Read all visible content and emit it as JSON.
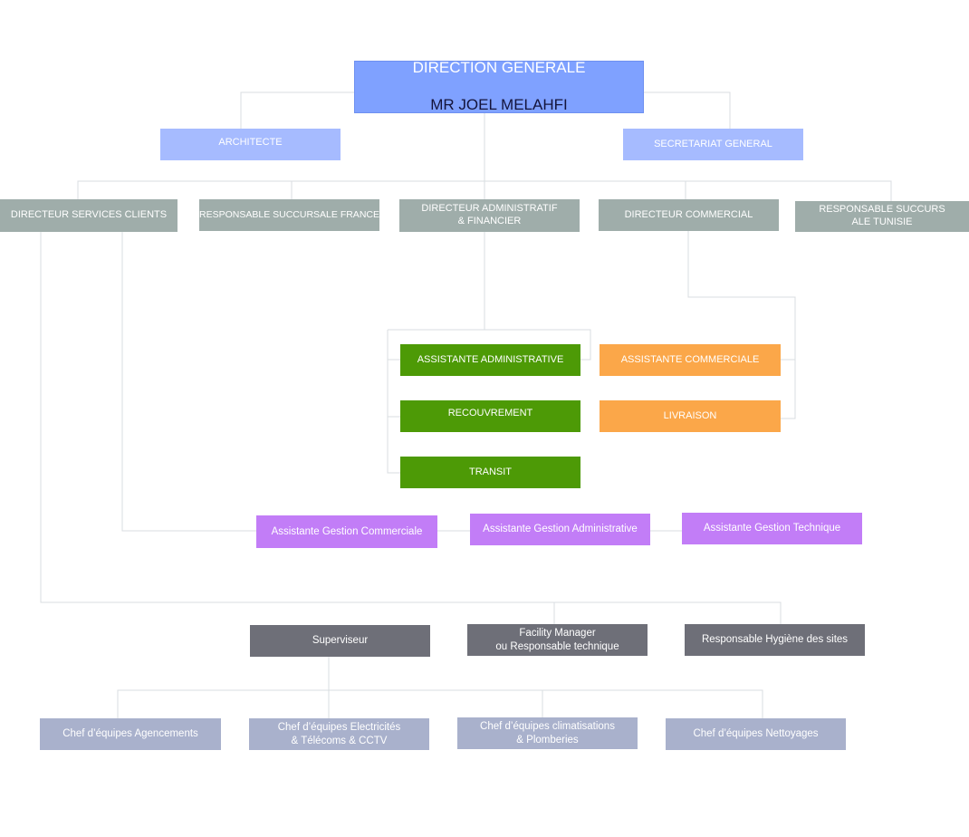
{
  "top": {
    "line1": "DIRECTION GENERALE",
    "line2": "MR JOEL MELAHFI"
  },
  "staff": {
    "architecte": "ARCHITECTE",
    "secretariat": "SECRETARIAT GENERAL"
  },
  "directors": {
    "services_clients": "DIRECTEUR  SERVICES CLIENTS",
    "succursale_france": "RESPONSABLE SUCCURSALE FRANCE",
    "admin_financier": "DIRECTEUR ADMINISTRATIF\n& FINANCIER",
    "commercial": "DIRECTEUR COMMERCIAL",
    "succursale_tunisie": "RESPONSABLE SUCCURS\nALE TUNISIE"
  },
  "admin_team": {
    "assistante": "ASSISTANTE ADMINISTRATIVE",
    "recouvrement": "RECOUVREMENT",
    "transit": "TRANSIT"
  },
  "commercial_team": {
    "assistante": "ASSISTANTE COMMERCIALE",
    "livraison": "LIVRAISON"
  },
  "assistants": {
    "commerciale": "Assistante Gestion Commerciale",
    "administrative": "Assistante  Gestion Administrative",
    "technique": "Assistante  Gestion Technique"
  },
  "operations": {
    "superviseur": "Superviseur",
    "facility": "Facility Manager\nou Responsable technique",
    "hygiene": "Responsable Hygiène des sites"
  },
  "teams": {
    "agencements": "Chef d’équipes Agencements",
    "electricite": "Chef d’équipes Electricités\n& Télécoms & CCTV",
    "climatisation": "Chef d’équipes climatisations\n& Plomberies",
    "nettoyage": "Chef d’équipes Nettoyages"
  },
  "colors": {
    "top": "#7fa1ff",
    "staff": "#a6bbff",
    "director": "#9fadaa",
    "green": "#4d9a06",
    "orange": "#fba749",
    "purple": "#c27df7",
    "dark_gray": "#6e6f78",
    "lavender": "#a9b1cc",
    "connector": "#d9dde0"
  }
}
